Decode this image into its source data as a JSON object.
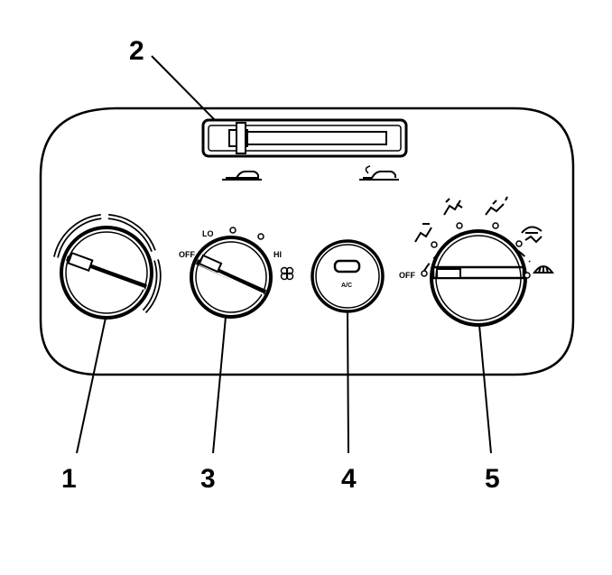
{
  "callouts": {
    "temperature_knob": "1",
    "recirculation_slider": "2",
    "fan_speed_knob": "3",
    "ac_button": "4",
    "mode_knob": "5"
  },
  "fan_knob": {
    "off_label": "OFF",
    "lo_label": "LO",
    "hi_label": "HI",
    "fan_icon": "fan-icon"
  },
  "ac_button": {
    "label": "A/C"
  },
  "mode_knob": {
    "off_label": "OFF",
    "position_icons": [
      "vent-icon",
      "bi-level-icon",
      "floor-icon",
      "floor-defrost-icon",
      "defrost-icon"
    ]
  },
  "slider": {
    "left_icon": "outside-air-icon",
    "right_icon": "recirculate-air-icon"
  },
  "colors": {
    "line": "#000000",
    "background": "#ffffff"
  }
}
